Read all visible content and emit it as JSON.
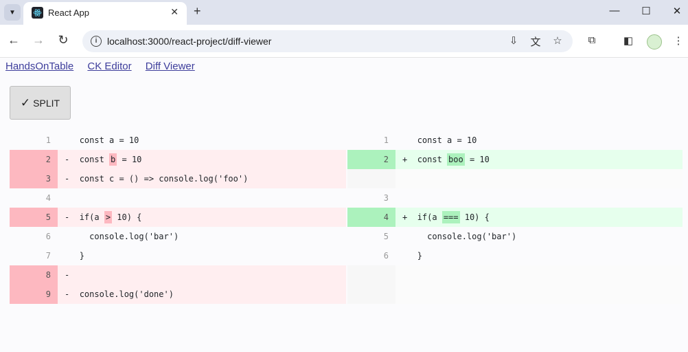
{
  "browser": {
    "tab_title": "React App",
    "url": "localhost:3000/react-project/diff-viewer"
  },
  "nav_links": [
    "HandsOnTable",
    "CK Editor",
    "Diff Viewer"
  ],
  "split_button": {
    "label": "SPLIT",
    "icon": "check-icon"
  },
  "diff": {
    "rows": [
      {
        "left": {
          "num": "1",
          "type": "normal",
          "marker": " ",
          "segs": [
            {
              "t": "const a = 10"
            }
          ]
        },
        "right": {
          "num": "1",
          "type": "normal",
          "marker": " ",
          "segs": [
            {
              "t": "const a = 10"
            }
          ]
        }
      },
      {
        "left": {
          "num": "2",
          "type": "removed",
          "marker": "-",
          "segs": [
            {
              "t": "const "
            },
            {
              "t": "b",
              "hl": true
            },
            {
              "t": " = 10"
            }
          ]
        },
        "right": {
          "num": "2",
          "type": "added",
          "marker": "+",
          "segs": [
            {
              "t": "const "
            },
            {
              "t": "boo",
              "hl": true
            },
            {
              "t": " = 10"
            }
          ]
        }
      },
      {
        "left": {
          "num": "3",
          "type": "removed",
          "marker": "-",
          "segs": [
            {
              "t": "const c = () => console.log('foo')"
            }
          ]
        },
        "right": {
          "num": "",
          "type": "empty",
          "marker": "",
          "segs": []
        }
      },
      {
        "left": {
          "num": "4",
          "type": "normal",
          "marker": " ",
          "segs": []
        },
        "right": {
          "num": "3",
          "type": "normal",
          "marker": " ",
          "segs": []
        }
      },
      {
        "left": {
          "num": "5",
          "type": "removed",
          "marker": "-",
          "segs": [
            {
              "t": "if(a "
            },
            {
              "t": ">",
              "hl": true
            },
            {
              "t": " 10) {"
            }
          ]
        },
        "right": {
          "num": "4",
          "type": "added",
          "marker": "+",
          "segs": [
            {
              "t": "if(a "
            },
            {
              "t": "===",
              "hl": true
            },
            {
              "t": " 10) {"
            }
          ]
        }
      },
      {
        "left": {
          "num": "6",
          "type": "normal",
          "marker": " ",
          "segs": [
            {
              "t": "  console.log('bar')"
            }
          ]
        },
        "right": {
          "num": "5",
          "type": "normal",
          "marker": " ",
          "segs": [
            {
              "t": "  console.log('bar')"
            }
          ]
        }
      },
      {
        "left": {
          "num": "7",
          "type": "normal",
          "marker": " ",
          "segs": [
            {
              "t": "}"
            }
          ]
        },
        "right": {
          "num": "6",
          "type": "normal",
          "marker": " ",
          "segs": [
            {
              "t": "}"
            }
          ]
        }
      },
      {
        "left": {
          "num": "8",
          "type": "removed",
          "marker": "-",
          "segs": []
        },
        "right": {
          "num": "",
          "type": "empty",
          "marker": "",
          "segs": []
        }
      },
      {
        "left": {
          "num": "9",
          "type": "removed",
          "marker": "-",
          "segs": [
            {
              "t": "console.log('done')"
            }
          ]
        },
        "right": {
          "num": "",
          "type": "empty",
          "marker": "",
          "segs": []
        }
      }
    ]
  }
}
